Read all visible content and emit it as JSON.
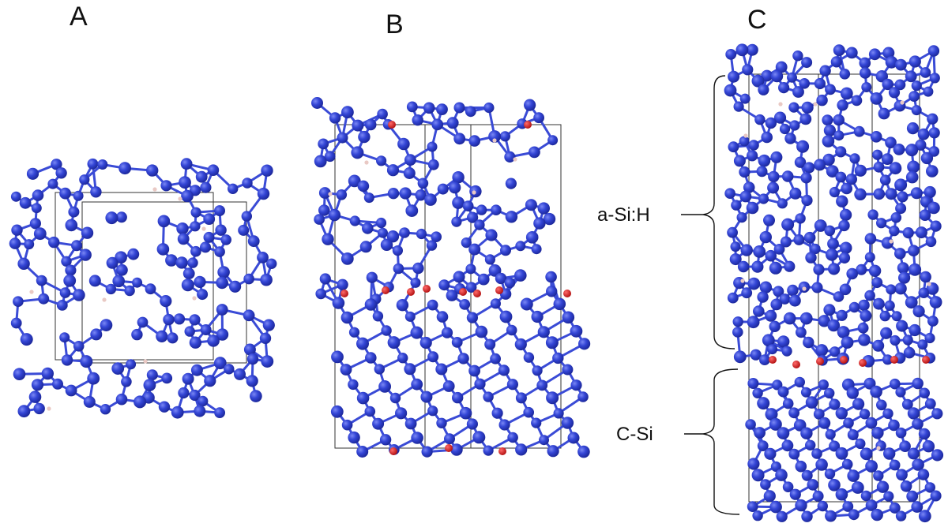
{
  "panels": [
    {
      "letter": "A",
      "content": "amorphous silicon supercell"
    },
    {
      "letter": "B",
      "content": "a-Si:H on crystalline Si interface supercell"
    },
    {
      "letter": "C",
      "content": "a-Si:H / C-Si layered supercell"
    }
  ],
  "labels": {
    "upper_region": "a-Si:H",
    "lower_region": "C-Si"
  },
  "colors": {
    "silicon": "#2f3fd0",
    "silicon_highlight": "#6f7df0",
    "bond": "#3a4bd6",
    "oxygen": "#d41c1c",
    "hydrogen": "#e9c9c4",
    "cell_line": "#333333"
  }
}
